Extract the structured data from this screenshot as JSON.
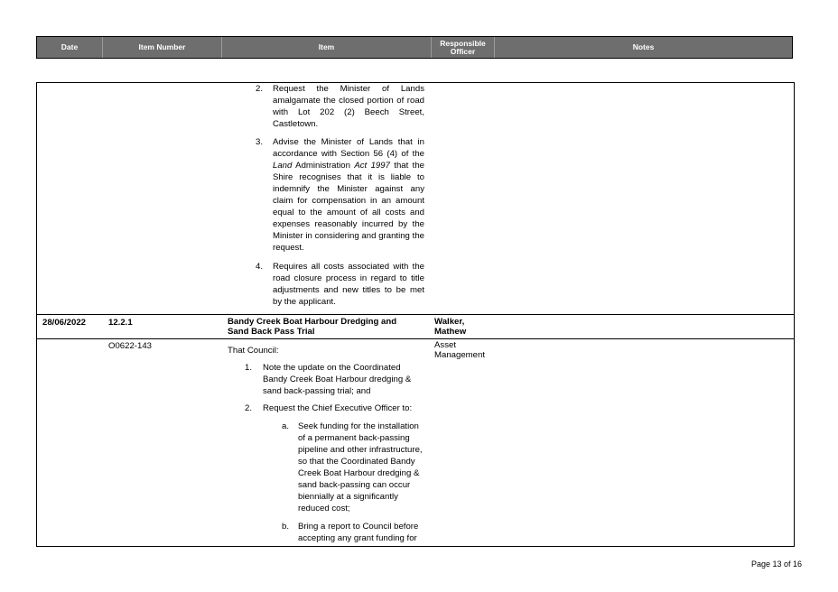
{
  "header": {
    "date": "Date",
    "item_number": "Item Number",
    "item": "Item",
    "responsible_officer": "Responsible Officer",
    "notes": "Notes"
  },
  "continued": {
    "p2_num": "2.",
    "p2_text": "Request the Minister of Lands amalgamate the closed portion of road with Lot 202 (2) Beech Street, Castletown.",
    "p3_num": "3.",
    "p3_pre": "Advise the Minister of Lands that in accordance with Section 56 (4) of the ",
    "p3_ital1": "Land",
    "p3_mid": " Administration ",
    "p3_ital2": "Act 1997",
    "p3_post": " that the Shire recognises that it is liable to indemnify the Minister against any claim for compensation in an amount equal to the amount of all costs and expenses reasonably incurred by the Minister in considering and granting the request.",
    "p4_num": "4.",
    "p4_text": "Requires all costs associated with the road closure process in regard to title adjustments and new titles to be met by the applicant."
  },
  "item_row": {
    "date": "28/06/2022",
    "number": "12.2.1",
    "title": "Bandy Creek Boat Harbour Dredging and Sand Back Pass Trial",
    "officer": "Walker, Mathew"
  },
  "detail_row": {
    "ref": "O0622-143",
    "intro": "That Council:",
    "officer_dept": "Asset Management",
    "p1_num": "1.",
    "p1_text": "Note the update on the Coordinated Bandy Creek Boat Harbour dredging & sand back-passing trial; and",
    "p2_num": "2.",
    "p2_text": "Request the Chief Executive Officer to:",
    "a_num": "a.",
    "a_text": "Seek funding for the installation of a permanent back-passing pipeline and other infrastructure, so that the Coordinated Bandy Creek Boat Harbour dredging & sand back-passing can occur biennially at a significantly reduced cost;",
    "b_num": "b.",
    "b_text": "Bring a report to Council before accepting any grant funding for"
  },
  "footer": {
    "page": "Page 13 of 16"
  }
}
